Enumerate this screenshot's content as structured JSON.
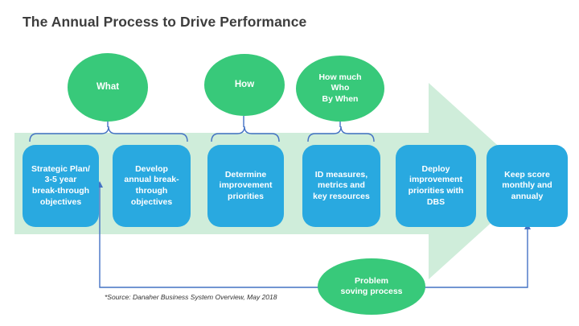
{
  "slide": {
    "title": "The Annual Process to Drive Performance",
    "source_note": "*Source: Danaher Business System Overview, May 2018"
  },
  "diagram": {
    "question_bubbles": [
      {
        "label": "What"
      },
      {
        "label": "How"
      },
      {
        "label": "How much\nWho\nBy When"
      }
    ],
    "process_steps": [
      {
        "label": "Strategic Plan/\n3-5 year\nbreak-through\nobjectives"
      },
      {
        "label": "Develop\nannual break-\nthrough\nobjectives"
      },
      {
        "label": "Determine\nimprovement\npriorities"
      },
      {
        "label": "ID measures,\nmetrics and\nkey resources"
      },
      {
        "label": "Deploy\nimprovement\npriorities with\nDBS"
      },
      {
        "label": "Keep score\nmonthly and\nannualy"
      }
    ],
    "feedback_bubble": {
      "label": "Problem\nsoving process"
    },
    "colors": {
      "step_blue": "#29a9e0",
      "bubble_green": "#38c97a",
      "arrow_light_green": "#cfedda",
      "connector_blue": "#4472c4",
      "title_gray": "#3d3d3d"
    }
  }
}
